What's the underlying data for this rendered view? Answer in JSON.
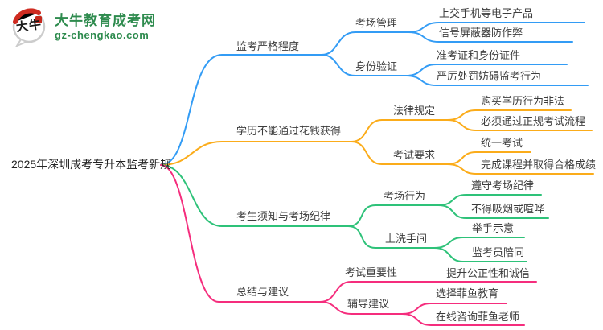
{
  "logo": {
    "icon_text": "大牛",
    "title": "大牛教育成考网",
    "domain": "gz-chengkao.com",
    "brand_green": "#2e8b4e",
    "brand_red": "#cf2b20"
  },
  "root": {
    "label": "2025年深圳成考专升本监考新规"
  },
  "colors": {
    "node_text": "#3d3d3d",
    "root_text": "#252525"
  },
  "branches": [
    {
      "label": "监考严格程度",
      "color": "#339cf5",
      "children": [
        {
          "label": "考场管理",
          "children": [
            {
              "label": "上交手机等电子产品"
            },
            {
              "label": "信号屏蔽器防作弊"
            }
          ]
        },
        {
          "label": "身份验证",
          "children": [
            {
              "label": "准考证和身份证件"
            },
            {
              "label": "严厉处罚妨碍监考行为"
            }
          ]
        }
      ]
    },
    {
      "label": "学历不能通过花钱获得",
      "color": "#fbac1a",
      "children": [
        {
          "label": "法律规定",
          "children": [
            {
              "label": "购买学历行为非法"
            },
            {
              "label": "必须通过正规考试流程"
            }
          ]
        },
        {
          "label": "考试要求",
          "children": [
            {
              "label": "统一考试"
            },
            {
              "label": "完成课程并取得合格成绩"
            }
          ]
        }
      ]
    },
    {
      "label": "考生须知与考场纪律",
      "color": "#2ec279",
      "children": [
        {
          "label": "考场行为",
          "children": [
            {
              "label": "遵守考场纪律"
            },
            {
              "label": "不得吸烟或喧哗"
            }
          ]
        },
        {
          "label": "上洗手间",
          "children": [
            {
              "label": "举手示意"
            },
            {
              "label": "监考员陪同"
            }
          ]
        }
      ]
    },
    {
      "label": "总结与建议",
      "color": "#f52d7d",
      "children": [
        {
          "label": "考试重要性",
          "children": [
            {
              "label": "提升公正性和诚信"
            }
          ]
        },
        {
          "label": "辅导建议",
          "children": [
            {
              "label": "选择菲鱼教育"
            },
            {
              "label": "在线咨询菲鱼老师"
            }
          ]
        }
      ]
    }
  ]
}
